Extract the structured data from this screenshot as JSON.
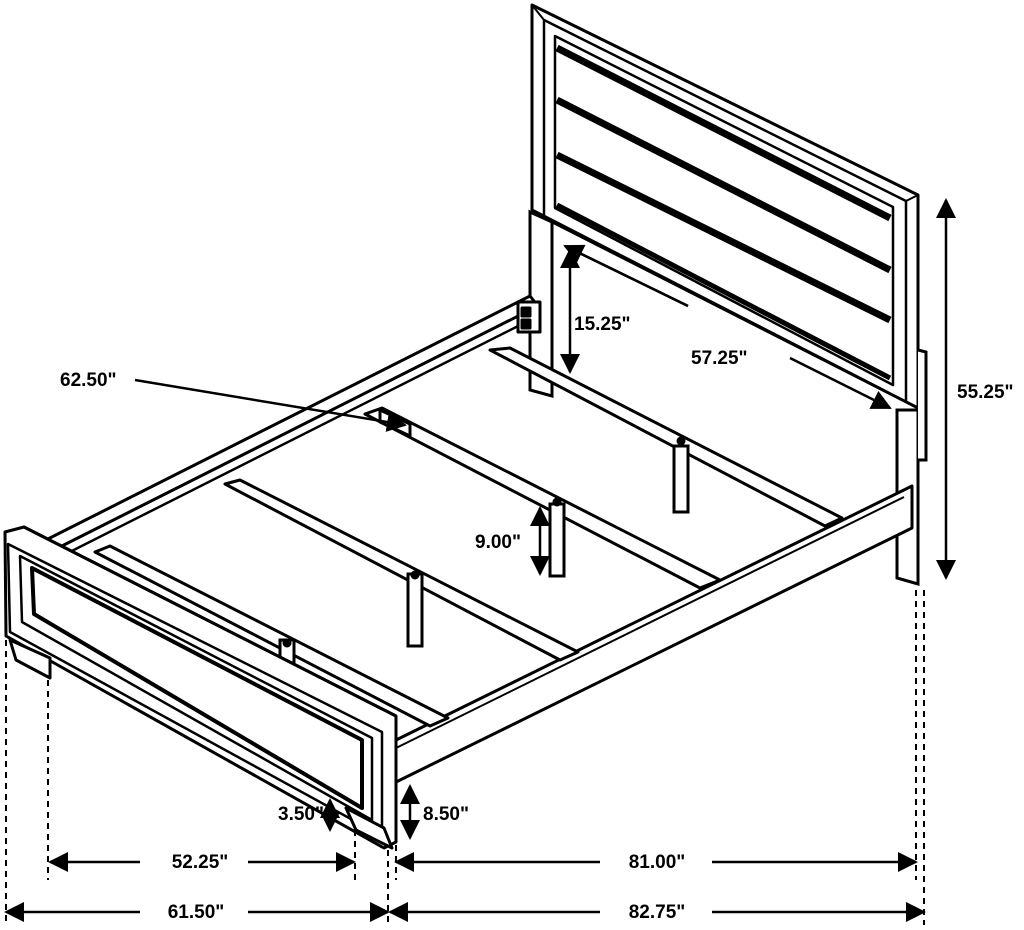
{
  "colors": {
    "ink": "#000000",
    "paper": "#ffffff"
  },
  "dimensions": {
    "headboard_height": "55.25\"",
    "headboard_width": "57.25\"",
    "headboard_leg_clearance": "15.25\"",
    "inner_width": "62.50\"",
    "slat_clearance": "9.00\"",
    "side_rail_clearance": "8.50\"",
    "footboard_leg_height": "3.50\"",
    "footboard_inner_width": "52.25\"",
    "overall_width": "61.50\"",
    "inner_length": "81.00\"",
    "overall_length": "82.75\""
  }
}
